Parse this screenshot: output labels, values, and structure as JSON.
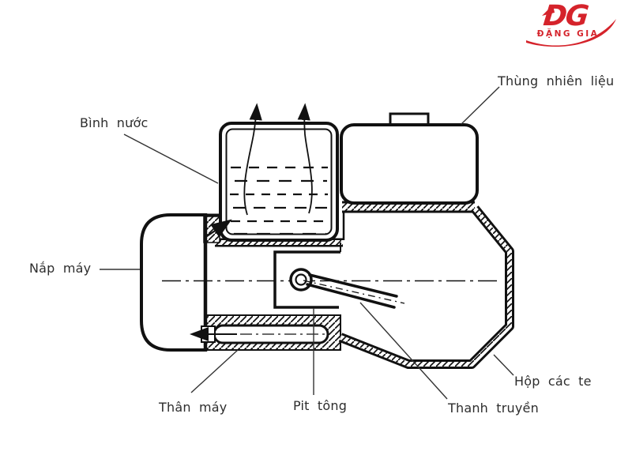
{
  "logo": {
    "monogram": "DG",
    "name": "ĐẶNG GIA",
    "color": "#d5232b"
  },
  "diagram": {
    "line_color": "#111111",
    "label_color": "#2d2d2d",
    "labels": [
      {
        "id": "thung-nhien-lieu",
        "text": "Thùng nhiên liệu"
      },
      {
        "id": "binh-nuoc",
        "text": "Bình nước"
      },
      {
        "id": "nap-may",
        "text": "Nắp máy"
      },
      {
        "id": "than-may",
        "text": "Thân máy"
      },
      {
        "id": "pit-tong",
        "text": "Pit tông"
      },
      {
        "id": "thanh-truyen",
        "text": "Thanh truyền"
      },
      {
        "id": "hop-cac-te",
        "text": "Hộp các te"
      }
    ]
  }
}
